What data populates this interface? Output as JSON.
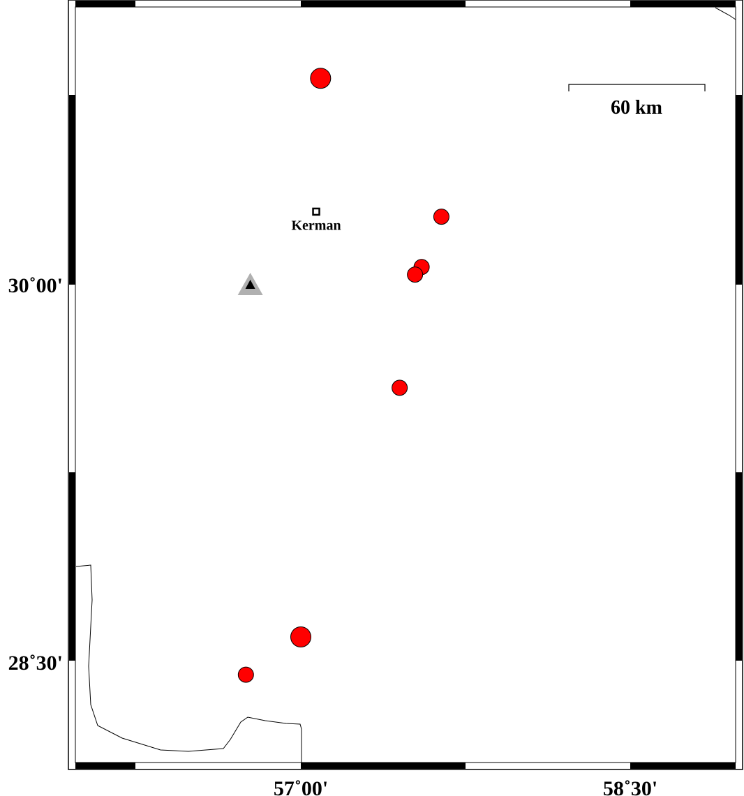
{
  "map": {
    "cities": [
      {
        "name": "Kerman",
        "lon": 57.07,
        "lat": 30.29
      }
    ],
    "station": {
      "lon": 56.77,
      "lat": 30.0,
      "symbol": "triangle",
      "color": "#000000",
      "halo": "#b0b0b0"
    },
    "events": [
      {
        "lon": 57.09,
        "lat": 30.82,
        "size": "large"
      },
      {
        "lon": 57.64,
        "lat": 30.27,
        "size": "medium"
      },
      {
        "lon": 57.55,
        "lat": 30.07,
        "size": "medium"
      },
      {
        "lon": 57.52,
        "lat": 30.04,
        "size": "medium"
      },
      {
        "lon": 57.45,
        "lat": 29.59,
        "size": "medium"
      },
      {
        "lon": 57.0,
        "lat": 28.6,
        "size": "large"
      },
      {
        "lon": 56.75,
        "lat": 28.45,
        "size": "medium"
      }
    ],
    "event_color": "#ff0000",
    "scale_bar": {
      "label": "60 km",
      "km": 60
    },
    "x_ticks": [
      {
        "label": "57˚00'",
        "lon": 57.0
      },
      {
        "label": "58˚30'",
        "lon": 58.5
      }
    ],
    "y_ticks": [
      {
        "label": "30˚00'",
        "lat": 30.0
      },
      {
        "label": "28˚30'",
        "lat": 28.5
      }
    ]
  }
}
